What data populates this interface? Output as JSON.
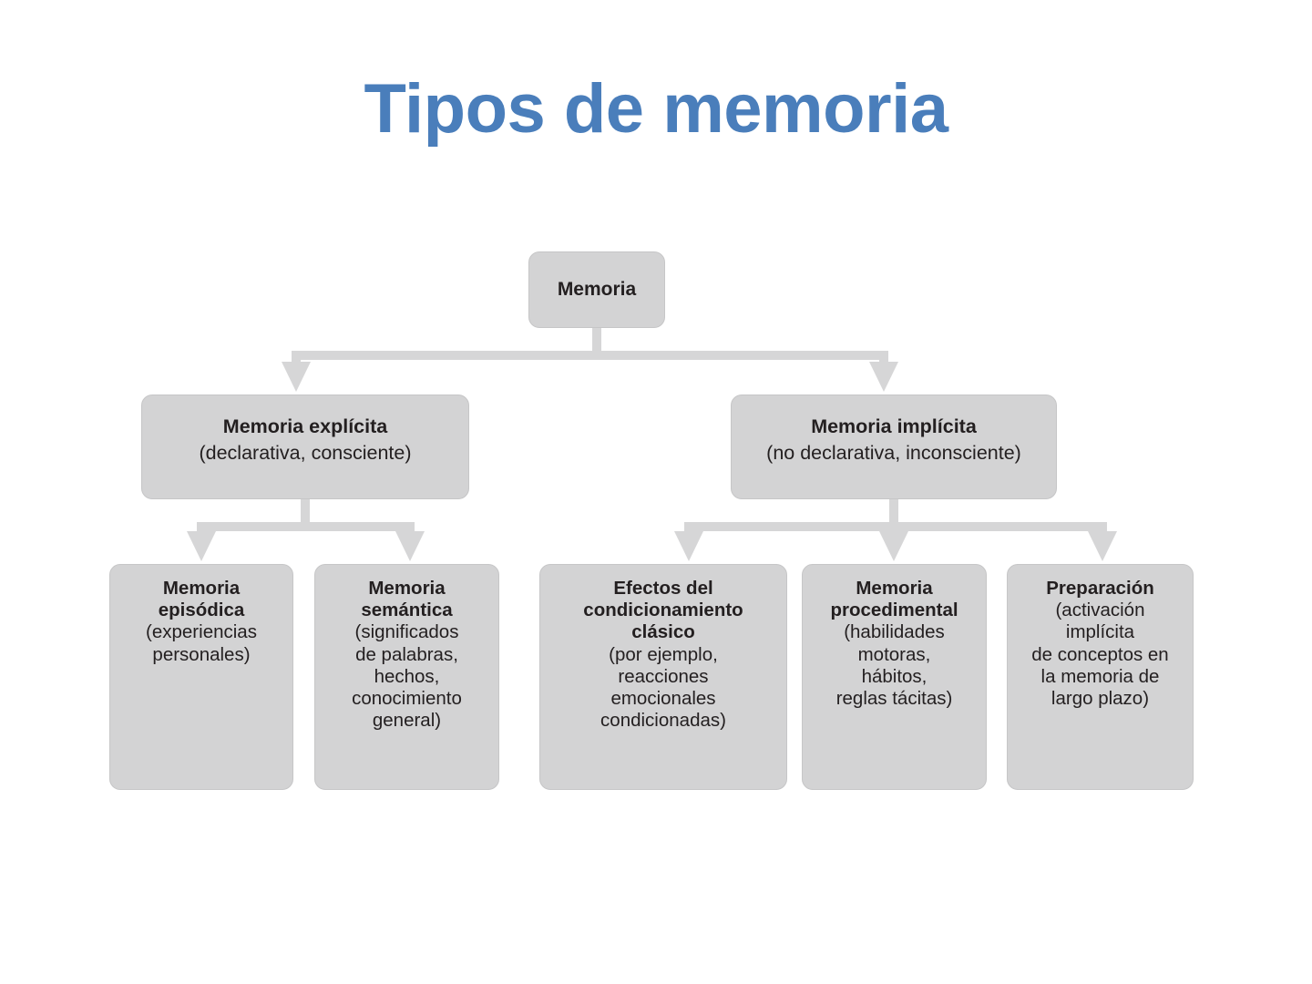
{
  "slide": {
    "title": "Tipos de memoria",
    "title_color": "#4a7ebb",
    "background_color": "#ffffff"
  },
  "diagram": {
    "box_fill": "#d3d3d4",
    "box_border": "#c6c6c7",
    "connector_color": "#d6d6d7",
    "text_color": "#231f20",
    "root": {
      "title": "Memoria",
      "subtitle": ""
    },
    "level2": [
      {
        "id": "explicit",
        "title": "Memoria explícita",
        "subtitle": "(declarativa, consciente)"
      },
      {
        "id": "implicit",
        "title": "Memoria implícita",
        "subtitle": "(no declarativa, inconsciente)"
      }
    ],
    "level3": [
      {
        "id": "episodica",
        "parent": "explicit",
        "title": "Memoria\nepisódica",
        "subtitle": "(experiencias\npersonales)"
      },
      {
        "id": "semantica",
        "parent": "explicit",
        "title": "Memoria\nsemántica",
        "subtitle": "(significados\nde palabras,\nhechos,\nconocimiento\ngeneral)"
      },
      {
        "id": "condicionamiento",
        "parent": "implicit",
        "title": "Efectos del\ncondicionamiento\nclásico",
        "subtitle": "(por ejemplo,\nreacciones\nemocionales\ncondicionadas)"
      },
      {
        "id": "procedimental",
        "parent": "implicit",
        "title": "Memoria\nprocedimental",
        "subtitle": "(habilidades\nmotoras,\nhábitos,\nreglas tácitas)"
      },
      {
        "id": "preparacion",
        "parent": "implicit",
        "title": "Preparación",
        "subtitle": "(activación\nimplícita\nde conceptos en\nla memoria de\nlargo plazo)"
      }
    ]
  }
}
